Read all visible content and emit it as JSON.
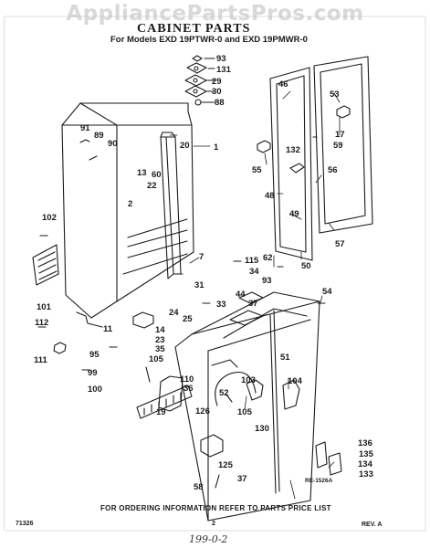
{
  "watermark": "AppliancePartsPros.com",
  "header": {
    "title": "CABINET PARTS",
    "subtitle": "For Models EXD 19PTWR-0 and EXD 19PMWR-0"
  },
  "callouts": {
    "c93a": "93",
    "c131": "131",
    "c29": "29",
    "c30": "30",
    "c88": "88",
    "c46": "46",
    "c53": "53",
    "c17": "17",
    "c59": "59",
    "c91": "91",
    "c89": "89",
    "c90": "90",
    "c20": "20",
    "c1": "1",
    "c13": "13",
    "c60": "60",
    "c22": "22",
    "c2": "2",
    "c132": "132",
    "c55": "55",
    "c56": "56",
    "c48": "48",
    "c49": "49",
    "c57": "57",
    "c102": "102",
    "c7": "7",
    "c62": "62",
    "c50": "50",
    "c115": "115",
    "c34": "34",
    "c31": "31",
    "c93b": "93",
    "c44": "44",
    "c37a": "37",
    "c54": "54",
    "c101": "101",
    "c112": "112",
    "c24": "24",
    "c25": "25",
    "c33": "33",
    "c11": "11",
    "c14": "14",
    "c23": "23",
    "c35": "35",
    "c105a": "105",
    "c111": "111",
    "c95": "95",
    "c99": "99",
    "c100": "100",
    "c51": "51",
    "c110": "110",
    "c36": "36",
    "c52": "52",
    "c103": "103",
    "c104": "104",
    "c19": "19",
    "c126": "126",
    "c105b": "105",
    "c130": "130",
    "c125": "125",
    "c58": "58",
    "c37b": "37",
    "c136": "136",
    "c135": "135",
    "c134": "134",
    "c133": "133"
  },
  "drawing_code": "RE-1526A",
  "footer": {
    "note": "FOR ORDERING INFORMATION REFER TO PARTS PRICE LIST",
    "doc_code": "71326",
    "page": "2",
    "revision": "REV. A",
    "handwritten": "199-0-2"
  }
}
